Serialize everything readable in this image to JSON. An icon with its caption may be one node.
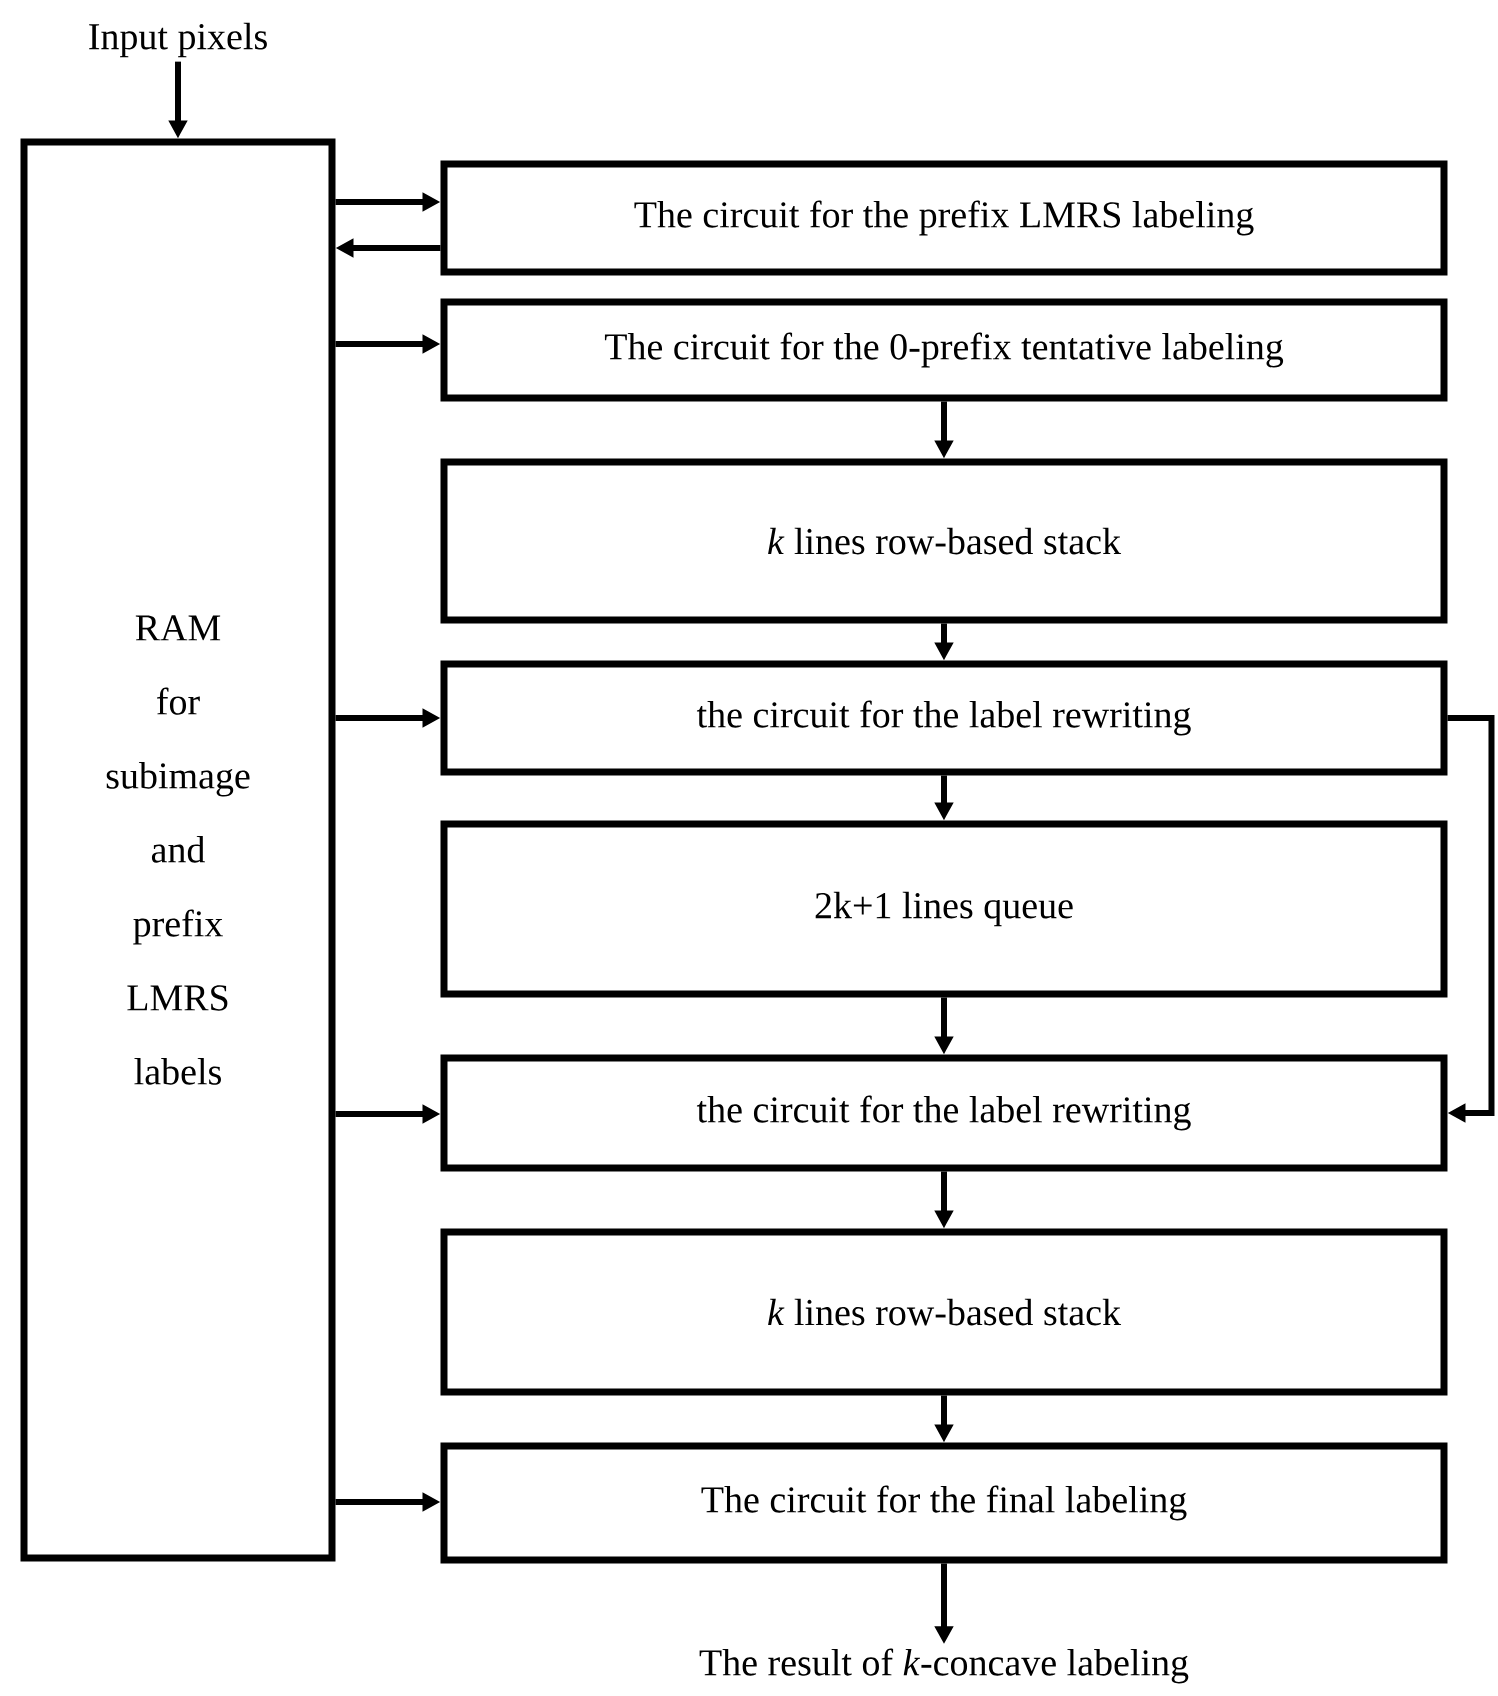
{
  "diagram": {
    "nodes": [
      {
        "text": [
          "Input pixels"
        ]
      },
      {
        "text": [
          "RAM for subimage and prefix LMRS labels"
        ]
      },
      {
        "text": [
          "The circuit for the prefix LMRS labeling"
        ]
      },
      {
        "text": [
          "The circuit for the 0-prefix tentative labeling"
        ]
      },
      {
        "text": [
          "*k* lines row-based stack"
        ]
      },
      {
        "text": [
          "the circuit for the label rewriting"
        ]
      },
      {
        "text": [
          "2k+1 lines queue"
        ]
      },
      {
        "text": [
          "the circuit for the label rewriting"
        ]
      },
      {
        "text": [
          "*k* lines row-based stack"
        ]
      },
      {
        "text": [
          "The circuit for the final labeling"
        ]
      },
      {
        "text": [
          "The result of *k*-concave labeling"
        ]
      }
    ],
    "edges": [
      {
        "from": 0,
        "to": 1,
        "arrow": "to"
      },
      {
        "from": 1,
        "to": 2,
        "arrow": "to"
      },
      {
        "from": 2,
        "to": 1,
        "arrow": "to"
      },
      {
        "from": 1,
        "to": 3,
        "arrow": "to"
      },
      {
        "from": 3,
        "to": 4,
        "arrow": "to"
      },
      {
        "from": 4,
        "to": 5,
        "arrow": "to"
      },
      {
        "from": 1,
        "to": 5,
        "arrow": "to"
      },
      {
        "from": 5,
        "to": 6,
        "arrow": "to"
      },
      {
        "from": 6,
        "to": 7,
        "arrow": "to"
      },
      {
        "from": 1,
        "to": 7,
        "arrow": "to"
      },
      {
        "from": 5,
        "to": 7,
        "arrow": "to"
      },
      {
        "from": 7,
        "to": 8,
        "arrow": "to"
      },
      {
        "from": 8,
        "to": 9,
        "arrow": "to"
      },
      {
        "from": 1,
        "to": 9,
        "arrow": "to"
      },
      {
        "from": 9,
        "to": 10,
        "arrow": "to"
      }
    ]
  }
}
